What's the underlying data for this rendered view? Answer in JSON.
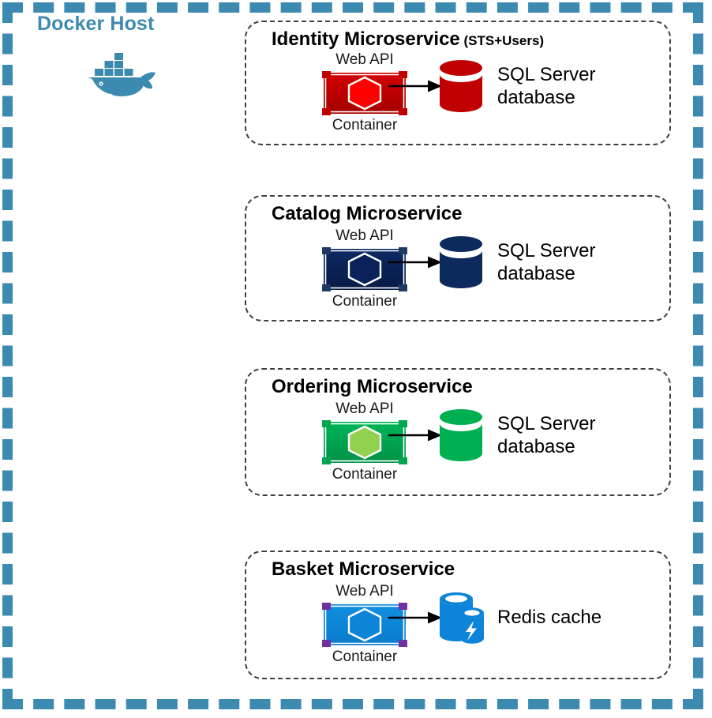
{
  "host": {
    "title": "Docker Host",
    "title_color": "#3d8ab0",
    "border_color": "#3d8ab0",
    "logo_icon": "docker-whale-icon"
  },
  "labels": {
    "web_api": "Web API",
    "container": "Container"
  },
  "services": [
    {
      "id": "identity",
      "title": "Identity Microservice",
      "title_suffix": " (STS+Users)",
      "container_icon": "container-icon",
      "arrow_icon": "arrow-right-icon",
      "store_icon": "sql-server-database-icon",
      "store_label": "SQL Server\ndatabase",
      "colors": {
        "corner": "#c00000",
        "body_top": "#d40000",
        "body_bottom": "#a30000",
        "hex": "#ff0000",
        "store": "#c00000"
      }
    },
    {
      "id": "catalog",
      "title": "Catalog Microservice",
      "title_suffix": "",
      "container_icon": "container-icon",
      "arrow_icon": "arrow-right-icon",
      "store_icon": "sql-server-database-icon",
      "store_label": "SQL Server\ndatabase",
      "colors": {
        "corner": "#1f3864",
        "body_top": "#0c2a63",
        "body_bottom": "#071a45",
        "hex": "#0a2259",
        "store": "#0d2a5c"
      }
    },
    {
      "id": "ordering",
      "title": "Ordering Microservice",
      "title_suffix": "",
      "container_icon": "container-icon",
      "arrow_icon": "arrow-right-icon",
      "store_icon": "sql-server-database-icon",
      "store_label": "SQL Server\ndatabase",
      "colors": {
        "corner": "#00a550",
        "body_top": "#00b558",
        "body_bottom": "#009147",
        "hex": "#92d050",
        "store": "#00b050"
      }
    },
    {
      "id": "basket",
      "title": "Basket Microservice",
      "title_suffix": "",
      "container_icon": "container-icon",
      "arrow_icon": "arrow-right-icon",
      "store_icon": "redis-cache-icon",
      "store_label": "Redis cache",
      "colors": {
        "corner": "#7030a0",
        "body_top": "#118ee0",
        "body_bottom": "#0a7ccb",
        "hex": "#0c84d8",
        "store": "#0b84d9"
      }
    }
  ]
}
